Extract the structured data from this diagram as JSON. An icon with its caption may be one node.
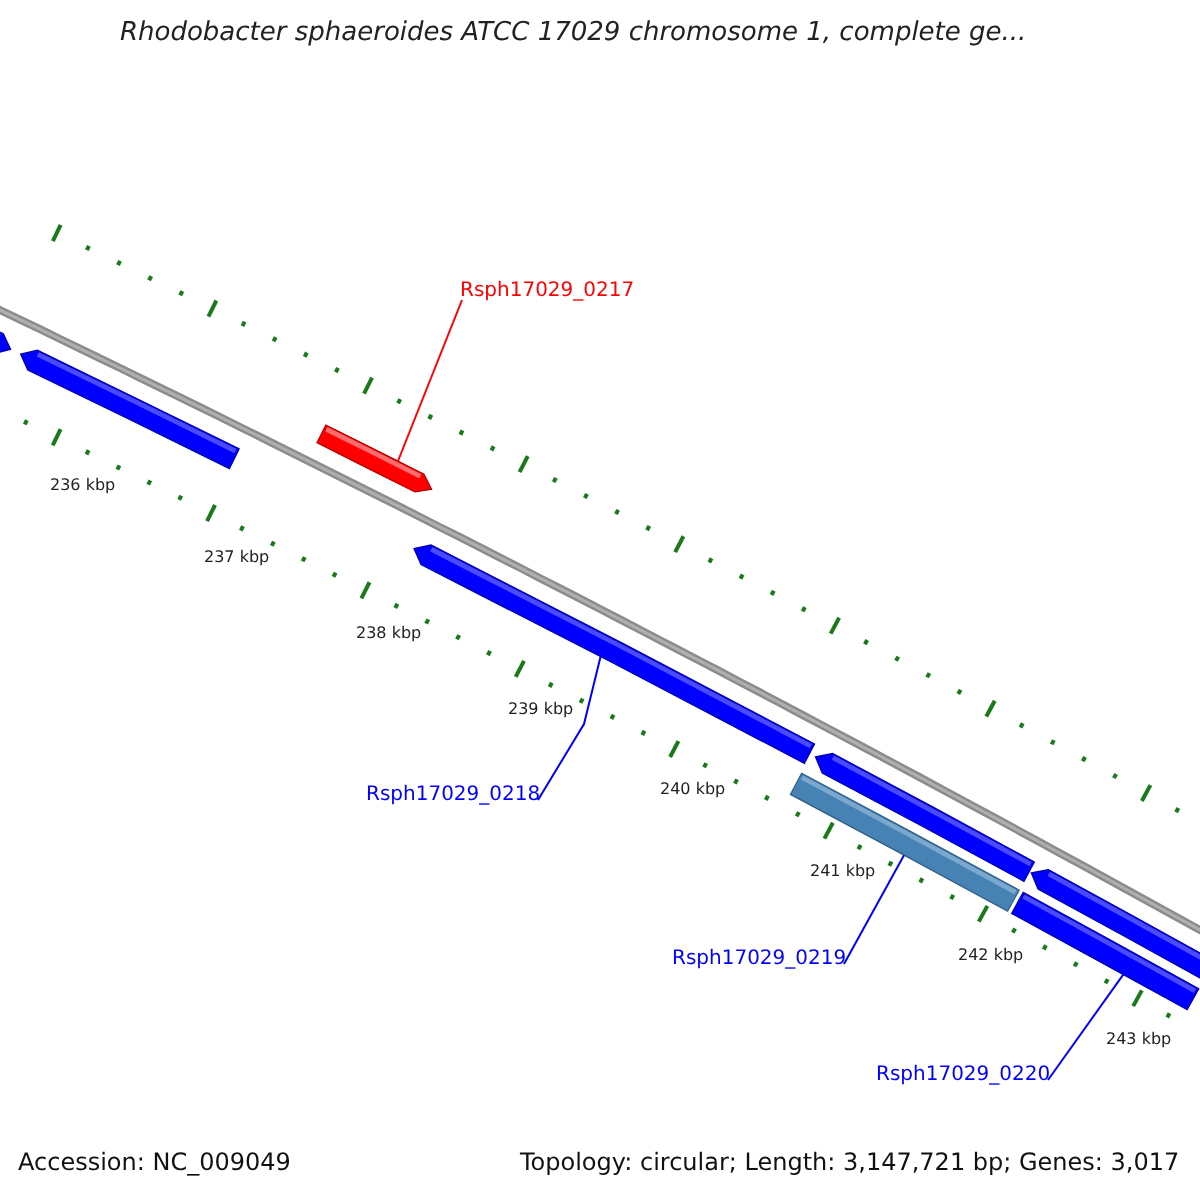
{
  "diagram": {
    "title": "Rhodobacter sphaeroides ATCC 17029 chromosome 1, complete ge...",
    "nodes": [
      {
        "text": [],
        "shape": "bar"
      },
      {
        "text": [],
        "shape": "bar"
      },
      {
        "text": [
          "Rsph17029_0217"
        ]
      },
      {
        "text": [],
        "shape": "bar"
      },
      {
        "text": [],
        "shape": "bar"
      },
      {
        "text": [
          "Rsph17029_0218"
        ]
      },
      {
        "text": [],
        "shape": "bar"
      },
      {
        "text": [],
        "shape": "bar"
      },
      {
        "text": [
          "Rsph17029_0219"
        ]
      },
      {
        "text": [],
        "shape": "bar"
      },
      {
        "text": [],
        "shape": "bar"
      },
      {
        "text": [
          "Rsph17029_0220"
        ]
      }
    ],
    "edges": [
      {
        "from": 2,
        "to": 3,
        "arrow": "none",
        "color": "#ff0000"
      },
      {
        "from": 5,
        "to": 4,
        "arrow": "none"
      },
      {
        "from": 8,
        "to": 7,
        "arrow": "none"
      },
      {
        "from": 11,
        "to": 10,
        "arrow": "none"
      }
    ],
    "labels": [
      "236 kbp",
      "237 kbp",
      "238 kbp",
      "239 kbp",
      "240 kbp",
      "241 kbp",
      "242 kbp",
      "243 kbp",
      "Accession: NC_009049",
      "Topology: circular; Length: 3,147,721 bp; Genes: 3,017"
    ]
  }
}
